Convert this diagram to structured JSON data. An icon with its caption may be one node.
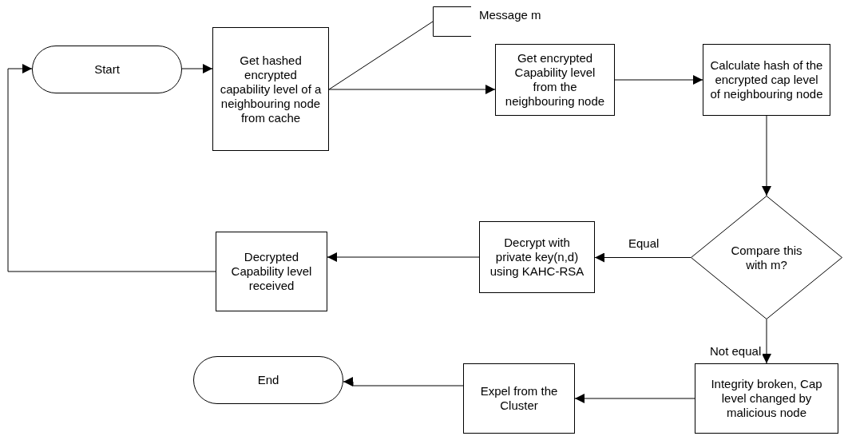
{
  "diagram": {
    "nodes": [
      {
        "text": [
          "Start"
        ]
      },
      {
        "text": [
          "Get hashed encrypted capability level of a neighbouring node from cache"
        ]
      },
      {
        "text": [
          "Message m"
        ]
      },
      {
        "text": [
          "Get encrypted Capability level from the neighbouring node"
        ]
      },
      {
        "text": [
          "Calculate hash of the encrypted cap level of neighbouring node"
        ]
      },
      {
        "text": [
          "Compare this with m?"
        ]
      },
      {
        "text": [
          "Decrypt with private key(n,d) using KAHC-RSA"
        ]
      },
      {
        "text": [
          "Decrypted Capability level received"
        ]
      },
      {
        "text": [
          "Integrity broken, Cap level changed by malicious node"
        ]
      },
      {
        "text": [
          "Expel from the Cluster"
        ]
      },
      {
        "text": [
          "End"
        ]
      }
    ],
    "edges": [
      {
        "from": 0,
        "to": 1,
        "arrow": "to"
      },
      {
        "from": 1,
        "to": 2,
        "arrow": "none"
      },
      {
        "from": 1,
        "to": 3,
        "arrow": "to"
      },
      {
        "from": 3,
        "to": 4,
        "arrow": "to"
      },
      {
        "from": 4,
        "to": 5,
        "arrow": "to"
      },
      {
        "from": 5,
        "to": 6,
        "arrow": "to",
        "label": "Equal"
      },
      {
        "from": 6,
        "to": 7,
        "arrow": "to"
      },
      {
        "from": 7,
        "to": 0,
        "arrow": "to"
      },
      {
        "from": 5,
        "to": 8,
        "arrow": "to",
        "label": "Not equal"
      },
      {
        "from": 8,
        "to": 9,
        "arrow": "to"
      },
      {
        "from": 9,
        "to": 10,
        "arrow": "to"
      }
    ]
  }
}
